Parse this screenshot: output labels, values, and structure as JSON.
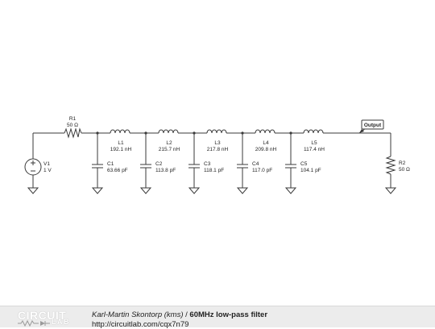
{
  "components": {
    "v1": {
      "name": "V1",
      "value": "1 V"
    },
    "r1": {
      "name": "R1",
      "value": "50 Ω"
    },
    "r2": {
      "name": "R2",
      "value": "50 Ω"
    },
    "inductors": [
      {
        "name": "L1",
        "value": "192.1 nH"
      },
      {
        "name": "L2",
        "value": "215.7 nH"
      },
      {
        "name": "L3",
        "value": "217.8 nH"
      },
      {
        "name": "L4",
        "value": "209.8 nH"
      },
      {
        "name": "L5",
        "value": "117.4 nH"
      }
    ],
    "capacitors": [
      {
        "name": "C1",
        "value": "63.66 pF"
      },
      {
        "name": "C2",
        "value": "113.8 pF"
      },
      {
        "name": "C3",
        "value": "118.1 pF"
      },
      {
        "name": "C4",
        "value": "117.0 pF"
      },
      {
        "name": "C5",
        "value": "104.1 pF"
      }
    ]
  },
  "probe": {
    "label": "Output"
  },
  "footer": {
    "logo_top": "CIRCUIT",
    "logo_bottom": "LAB",
    "author": "Karl-Martin Skontorp (kms)",
    "separator": " / ",
    "title": "60MHz low-pass filter",
    "url": "http://circuitlab.com/cqx7n79"
  }
}
